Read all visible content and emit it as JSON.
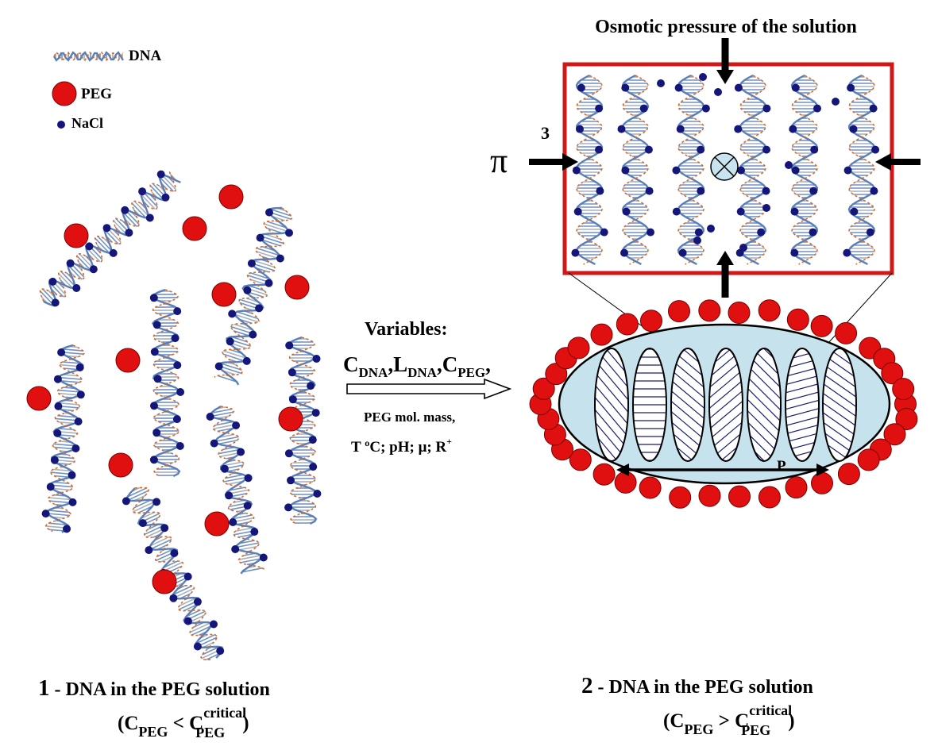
{
  "legend": {
    "dna_label": "DNA",
    "peg_label": "PEG",
    "nacl_label": "NaCl"
  },
  "colors": {
    "peg": "#e01010",
    "nacl": "#14167a",
    "helix_blue": "#5a7fb8",
    "helix_gray": "#9aa3ad",
    "helix_orange": "#d7692a",
    "box_border": "#d01818",
    "ellipse_fill": "#c6e2ec",
    "hatch": "#1a1f6e"
  },
  "osmotic": {
    "title": "Osmotic pressure of the solution",
    "pi_symbol": "π",
    "pi_index": "3"
  },
  "variables": {
    "heading": "Variables:",
    "c_dna": "C",
    "c_dna_sub": "DNA",
    "l_dna": "L",
    "l_dna_sub": "DNA",
    "c_peg": "C",
    "c_peg_sub": "PEG",
    "sep": ",",
    "peg_mass": "PEG mol. mass,",
    "conditions": "T ºC; pH; μ; R",
    "conditions_sup": "+"
  },
  "p_label": "P",
  "caption1": {
    "number": "1",
    "text": " - DNA in the PEG solution",
    "open": "(C",
    "sub1": "PEG",
    "op": " < C",
    "sup2": "critical",
    "sub2": "PEG",
    "close": ")"
  },
  "caption2": {
    "number": "2",
    "text": " - DNA in the PEG solution",
    "open": "(C",
    "sub1": "PEG",
    "op": " > C",
    "sup2": "critical",
    "sub2": "PEG",
    "close": ")"
  }
}
